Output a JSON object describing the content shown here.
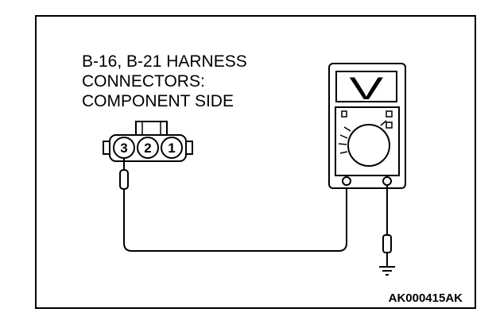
{
  "title_lines": [
    "B-16, B-21 HARNESS",
    "CONNECTORS:",
    "COMPONENT SIDE"
  ],
  "connector": {
    "pins": [
      "3",
      "2",
      "1"
    ]
  },
  "meter": {
    "display_symbol": "V"
  },
  "figure_code": "AK000415AK",
  "colors": {
    "ink": "#000000",
    "paper": "#ffffff"
  }
}
